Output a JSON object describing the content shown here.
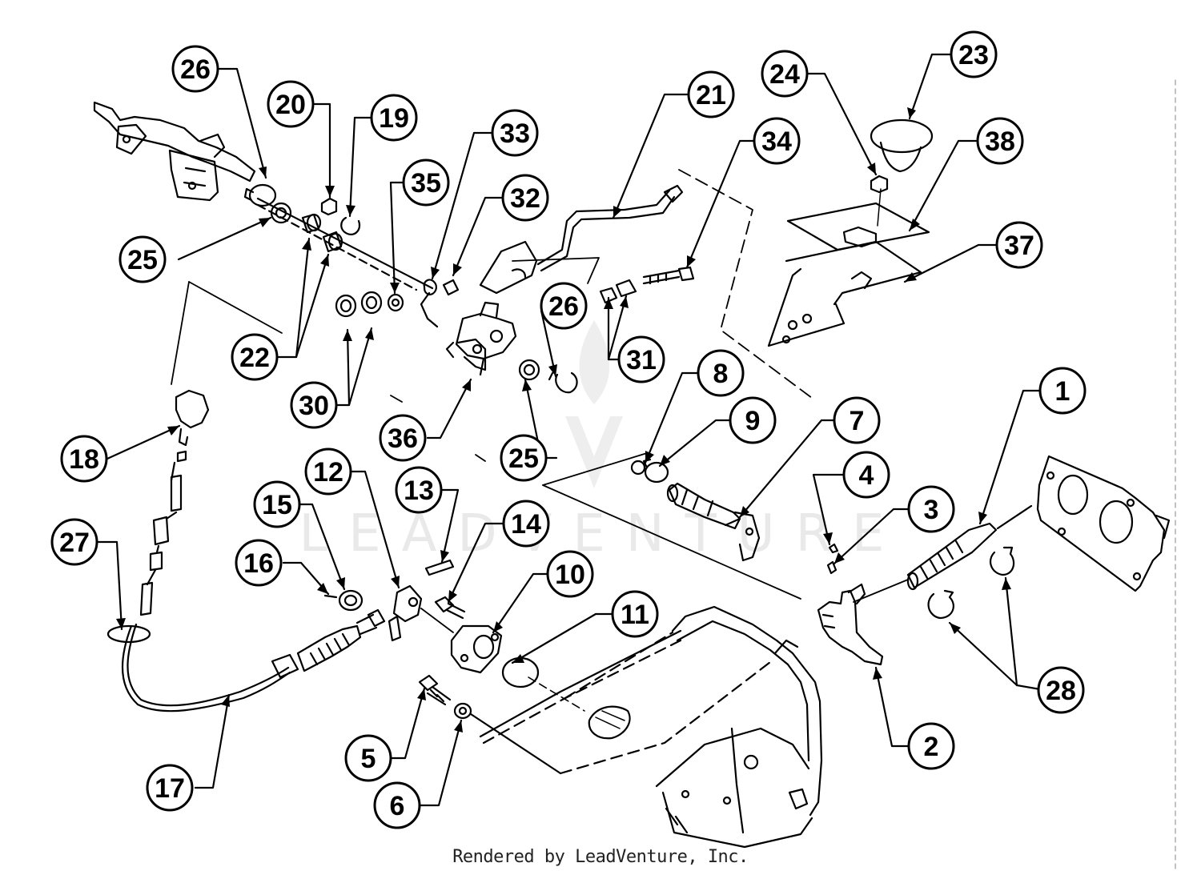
{
  "footer": {
    "text": "Rendered by LeadVenture, Inc."
  },
  "watermark": {
    "text": "LEADVENTURE"
  },
  "callouts": [
    {
      "id": "26a",
      "label": "26"
    },
    {
      "id": "20",
      "label": "20"
    },
    {
      "id": "19",
      "label": "19"
    },
    {
      "id": "33",
      "label": "33"
    },
    {
      "id": "35",
      "label": "35"
    },
    {
      "id": "32",
      "label": "32"
    },
    {
      "id": "21",
      "label": "21"
    },
    {
      "id": "34",
      "label": "34"
    },
    {
      "id": "24",
      "label": "24"
    },
    {
      "id": "23",
      "label": "23"
    },
    {
      "id": "38",
      "label": "38"
    },
    {
      "id": "37",
      "label": "37"
    },
    {
      "id": "25a",
      "label": "25"
    },
    {
      "id": "22",
      "label": "22"
    },
    {
      "id": "30",
      "label": "30"
    },
    {
      "id": "26b",
      "label": "26"
    },
    {
      "id": "31",
      "label": "31"
    },
    {
      "id": "36",
      "label": "36"
    },
    {
      "id": "25b",
      "label": "25"
    },
    {
      "id": "8",
      "label": "8"
    },
    {
      "id": "9",
      "label": "9"
    },
    {
      "id": "7",
      "label": "7"
    },
    {
      "id": "1",
      "label": "1"
    },
    {
      "id": "4",
      "label": "4"
    },
    {
      "id": "3",
      "label": "3"
    },
    {
      "id": "18",
      "label": "18"
    },
    {
      "id": "12",
      "label": "12"
    },
    {
      "id": "15",
      "label": "15"
    },
    {
      "id": "13",
      "label": "13"
    },
    {
      "id": "14",
      "label": "14"
    },
    {
      "id": "16",
      "label": "16"
    },
    {
      "id": "10",
      "label": "10"
    },
    {
      "id": "27",
      "label": "27"
    },
    {
      "id": "11",
      "label": "11"
    },
    {
      "id": "28",
      "label": "28"
    },
    {
      "id": "2",
      "label": "2"
    },
    {
      "id": "5",
      "label": "5"
    },
    {
      "id": "6",
      "label": "6"
    },
    {
      "id": "17",
      "label": "17"
    }
  ]
}
